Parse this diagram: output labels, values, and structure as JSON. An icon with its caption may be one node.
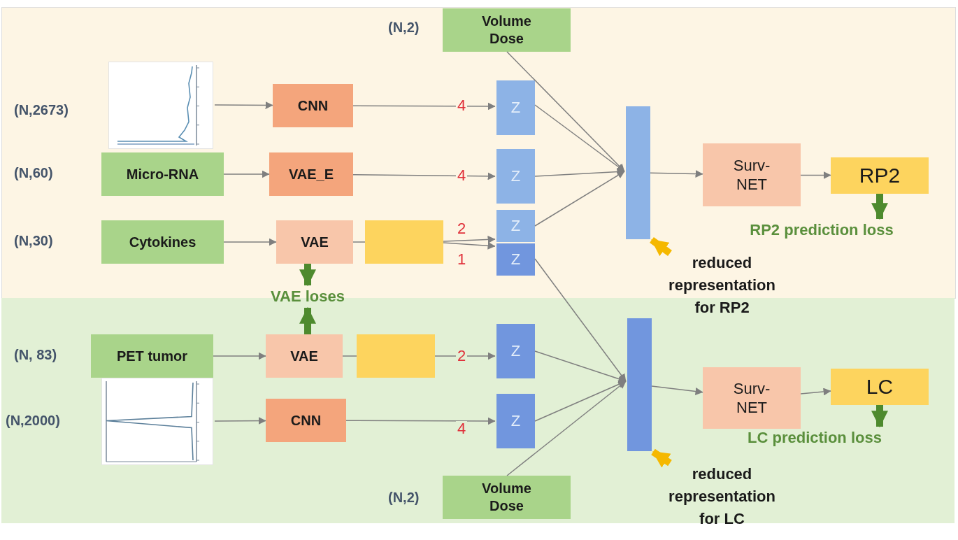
{
  "diagram": {
    "nodes": [
      {
        "text": [
          "Volume Dose"
        ],
        "beside": [
          "(N,2)"
        ]
      },
      {
        "text": [],
        "shape": "picture",
        "beside": [
          "(N,2673)"
        ]
      },
      {
        "text": [
          "CNN"
        ]
      },
      {
        "text": [
          "Z"
        ]
      },
      {
        "text": [
          "Micro-RNA"
        ],
        "beside": [
          "(N,60)"
        ]
      },
      {
        "text": [
          "VAE_E"
        ]
      },
      {
        "text": [
          "Z"
        ]
      },
      {
        "text": [
          "Cytokines"
        ],
        "beside": [
          "(N,30)"
        ]
      },
      {
        "text": [
          "VAE"
        ]
      },
      {
        "text": [],
        "shape": "box"
      },
      {
        "text": [
          "Z"
        ]
      },
      {
        "text": [
          "Z"
        ]
      },
      {
        "text": [],
        "shape": "bar"
      },
      {
        "text": [
          "Surv- NET"
        ]
      },
      {
        "text": [
          "RP2"
        ]
      },
      {
        "text": [
          "PET tumor"
        ],
        "beside": [
          "(N, 83)"
        ]
      },
      {
        "text": [
          "VAE"
        ]
      },
      {
        "text": [],
        "shape": "box"
      },
      {
        "text": [
          "Z"
        ]
      },
      {
        "text": [],
        "shape": "picture",
        "beside": [
          "(N,2000)"
        ]
      },
      {
        "text": [
          "CNN"
        ]
      },
      {
        "text": [
          "Z"
        ]
      },
      {
        "text": [
          "Volume Dose"
        ],
        "beside": [
          "(N,2)"
        ]
      },
      {
        "text": [],
        "shape": "bar"
      },
      {
        "text": [
          "Surv- NET"
        ]
      },
      {
        "text": [
          "LC"
        ]
      },
      {
        "text": [
          "RP2 prediction loss"
        ]
      },
      {
        "text": [
          "VAE loses"
        ]
      },
      {
        "text": [
          "reduced representation for RP2"
        ]
      },
      {
        "text": [
          "LC prediction loss"
        ]
      },
      {
        "text": [
          "reduced representation for LC"
        ]
      }
    ],
    "edges": [
      {
        "from": 1,
        "to": 2,
        "arrow": "to"
      },
      {
        "from": 2,
        "to": 3,
        "arrow": "to",
        "label": "4"
      },
      {
        "from": 4,
        "to": 5,
        "arrow": "to"
      },
      {
        "from": 5,
        "to": 6,
        "arrow": "to",
        "label": "4"
      },
      {
        "from": 7,
        "to": 8,
        "arrow": "to"
      },
      {
        "from": 9,
        "to": 10,
        "arrow": "to",
        "label": "2"
      },
      {
        "from": 9,
        "to": 11,
        "arrow": "to",
        "label": "1"
      },
      {
        "from": 0,
        "to": 12,
        "arrow": "to"
      },
      {
        "from": 3,
        "to": 12,
        "arrow": "to"
      },
      {
        "from": 6,
        "to": 12,
        "arrow": "to"
      },
      {
        "from": 10,
        "to": 12,
        "arrow": "to"
      },
      {
        "from": 12,
        "to": 13,
        "arrow": "to"
      },
      {
        "from": 13,
        "to": 14,
        "arrow": "to"
      },
      {
        "from": 14,
        "to": 26,
        "arrow": "to",
        "style": "thick",
        "color": "#4e8a2e"
      },
      {
        "from": 8,
        "to": 27,
        "arrow": "to",
        "style": "thick",
        "color": "#4e8a2e"
      },
      {
        "from": 16,
        "to": 27,
        "arrow": "to",
        "style": "thick",
        "color": "#4e8a2e"
      },
      {
        "from": 28,
        "to": 12,
        "arrow": "to",
        "style": "thick",
        "color": "#f5b800"
      },
      {
        "from": 15,
        "to": 16,
        "arrow": "to"
      },
      {
        "from": 17,
        "to": 18,
        "arrow": "to",
        "label": "2"
      },
      {
        "from": 19,
        "to": 20,
        "arrow": "to"
      },
      {
        "from": 20,
        "to": 21,
        "arrow": "to",
        "label": "4"
      },
      {
        "from": 11,
        "to": 23,
        "arrow": "to"
      },
      {
        "from": 18,
        "to": 23,
        "arrow": "to"
      },
      {
        "from": 21,
        "to": 23,
        "arrow": "to"
      },
      {
        "from": 22,
        "to": 23,
        "arrow": "to"
      },
      {
        "from": 23,
        "to": 24,
        "arrow": "to"
      },
      {
        "from": 24,
        "to": 25,
        "arrow": "to"
      },
      {
        "from": 25,
        "to": 29,
        "arrow": "to",
        "style": "thick",
        "color": "#4e8a2e"
      },
      {
        "from": 30,
        "to": 23,
        "arrow": "to",
        "style": "thick",
        "color": "#f5b800"
      },
      {
        "from": 8,
        "to": 9,
        "arrow": "none"
      },
      {
        "from": 16,
        "to": 17,
        "arrow": "none"
      }
    ]
  }
}
